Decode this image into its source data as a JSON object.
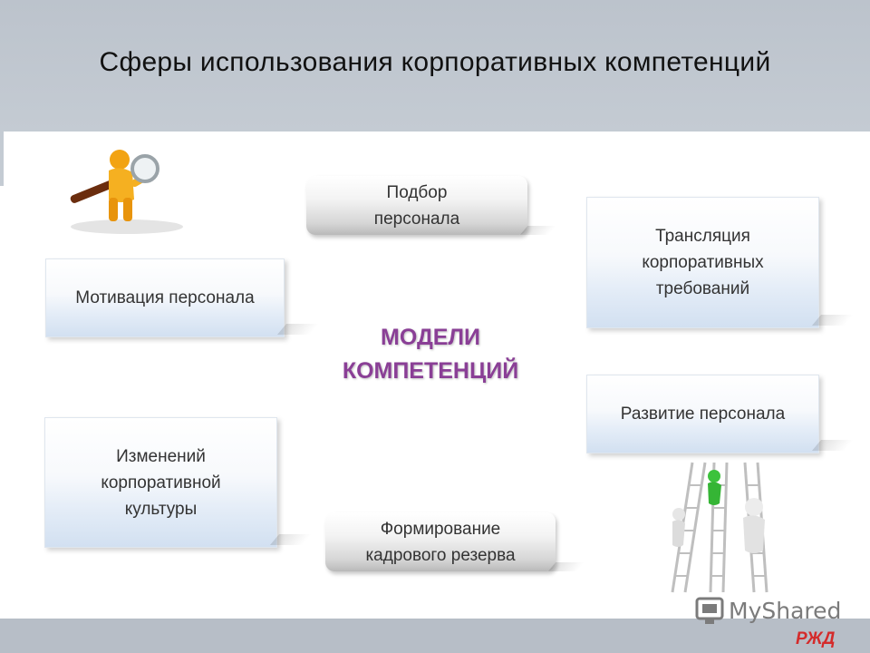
{
  "slide": {
    "title": "Сферы использования корпоративных компетенций",
    "center": {
      "line1": "МОДЕЛИ",
      "line2": "КОМПЕТЕНЦИЙ"
    },
    "boxes": {
      "motivation": "Мотивация персонала",
      "culture": [
        "Изменений",
        "корпоративной",
        "культуры"
      ],
      "translation": [
        "Трансляция",
        "корпоративных",
        "требований"
      ],
      "development": "Развитие персонала"
    },
    "pills": {
      "selection": [
        "Подбор",
        "персонала"
      ],
      "reserve": [
        "Формирование",
        "кадрового резерва"
      ]
    },
    "watermark": "MyShared",
    "logo_text": "РЖД"
  },
  "colors": {
    "header": "#c4cbd3",
    "accent_text": "#8a3f96",
    "logo_red": "#d42b2b"
  },
  "icons": [
    "magnifier-figure-icon",
    "ladder-climbers-icon",
    "myshared-logo-icon",
    "rzd-logo-icon"
  ]
}
